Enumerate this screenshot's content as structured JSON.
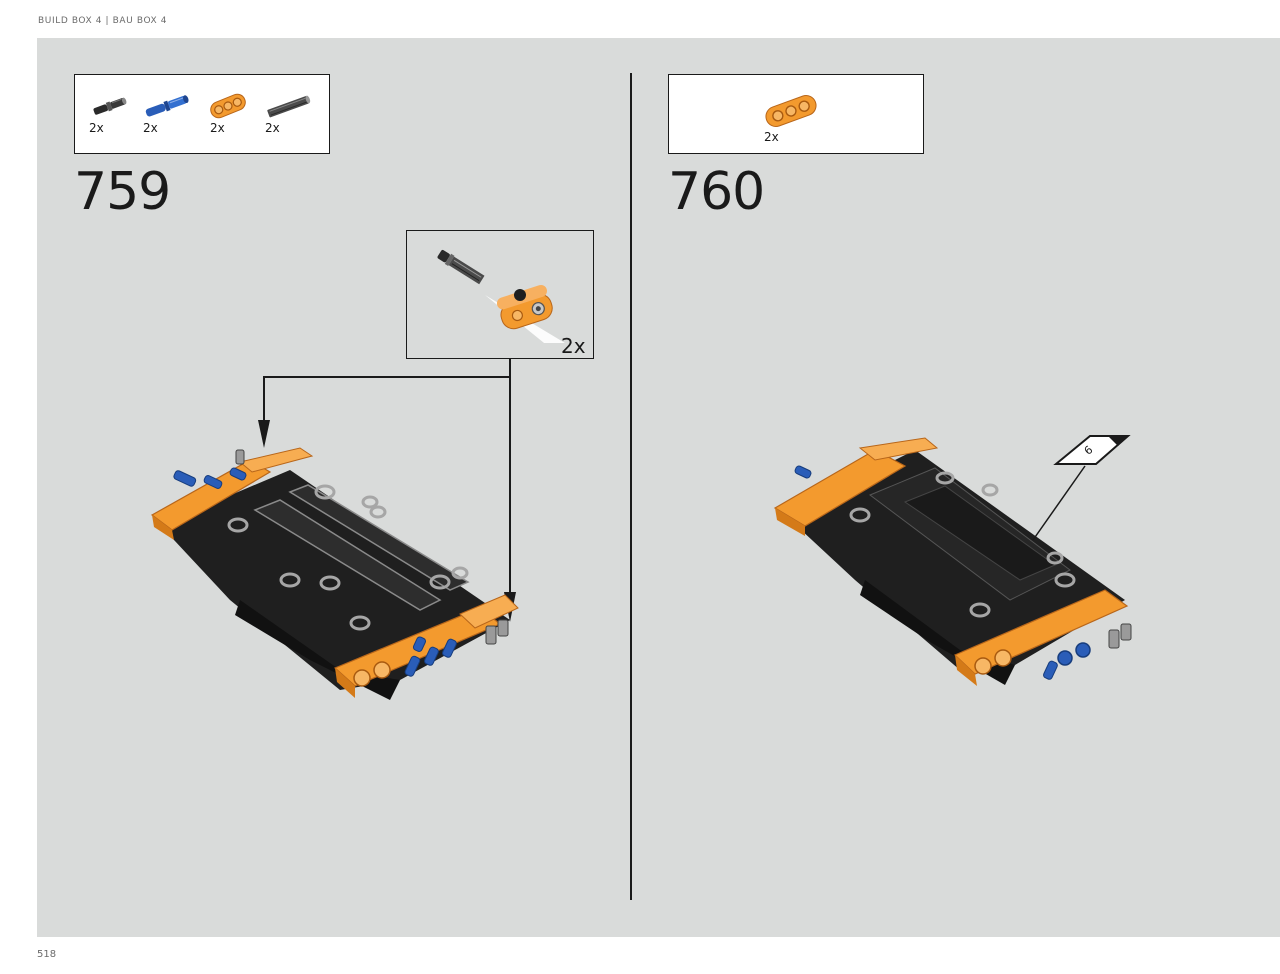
{
  "header": {
    "text": "BUILD BOX 4  |  BAU BOX 4"
  },
  "footer": {
    "page_number": "518"
  },
  "step_759": {
    "number": "759",
    "parts": [
      {
        "icon": "black-axle-pin-icon",
        "qty": "2x"
      },
      {
        "icon": "blue-axle-pin-icon",
        "qty": "2x"
      },
      {
        "icon": "orange-beam-3-icon",
        "qty": "2x"
      },
      {
        "icon": "grey-axle-icon",
        "qty": "2x"
      }
    ],
    "callout": {
      "qty": "2x"
    }
  },
  "step_760": {
    "number": "760",
    "parts": [
      {
        "icon": "orange-beam-3-icon",
        "qty": "2x"
      }
    ],
    "sticker_label": "6"
  },
  "colors": {
    "background": "#d9dbda",
    "orange": "#f39a2e",
    "blue": "#2a5db8",
    "black": "#1f1f1f"
  }
}
